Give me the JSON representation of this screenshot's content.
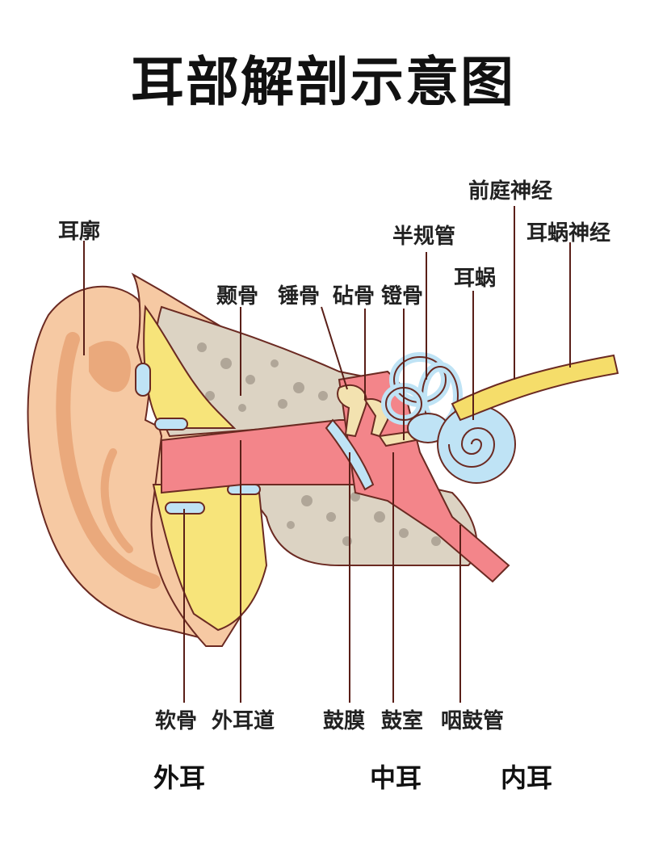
{
  "title": "耳部解剖示意图",
  "labels": {
    "auricle": "耳廓",
    "temporal_bone": "颞骨",
    "malleus": "锤骨",
    "incus": "砧骨",
    "stapes": "镫骨",
    "semicircular_canals": "半规管",
    "vestibular_nerve": "前庭神经",
    "cochlear_nerve": "耳蜗神经",
    "cochlea": "耳蜗",
    "cartilage": "软骨",
    "ear_canal": "外耳道",
    "eardrum": "鼓膜",
    "tympanic_cavity": "鼓室",
    "eustachian_tube": "咽鼓管"
  },
  "groups": {
    "outer_ear": "外耳",
    "middle_ear": "中耳",
    "inner_ear": "内耳"
  },
  "colors": {
    "skin": "#f6c9a3",
    "skin_shade": "#eaa97c",
    "bone": "#dcd3c3",
    "bone_dots": "#9a8f82",
    "fat": "#f7e47a",
    "canal": "#f3858a",
    "inner_ear_blue": "#bfe3f5",
    "nerve": "#f5dd6a",
    "outline": "#6b2a22"
  }
}
